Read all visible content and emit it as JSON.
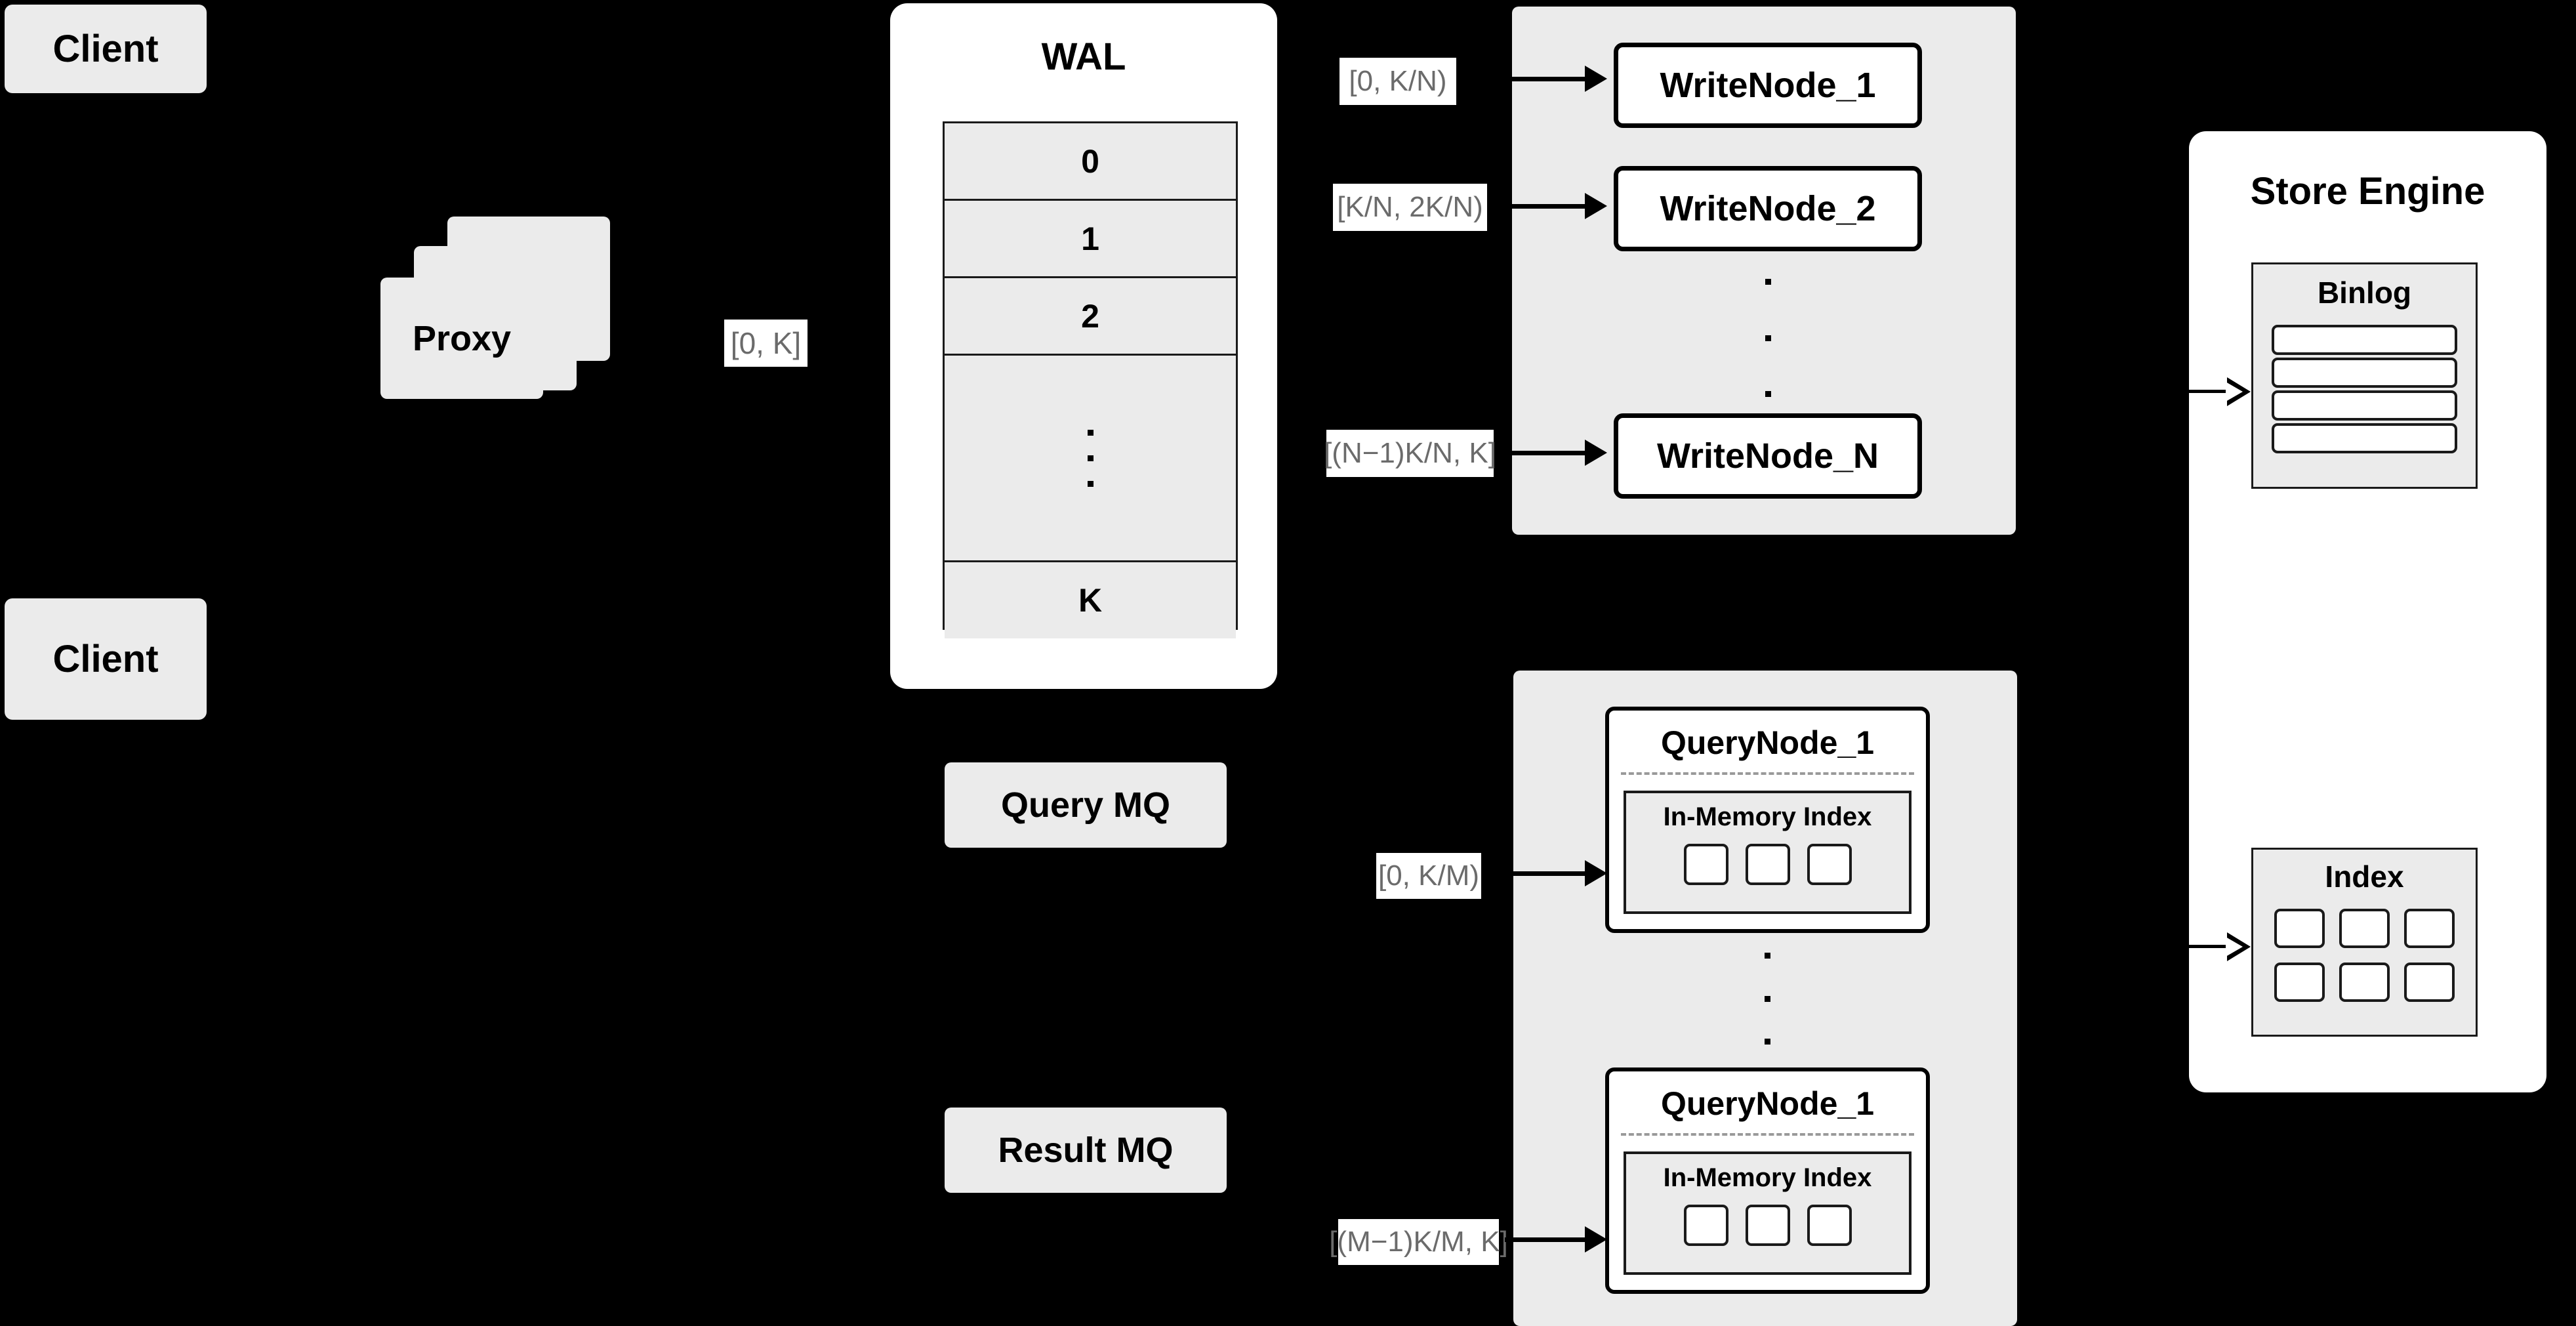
{
  "diagram": {
    "title": "Distributed Write/Query Architecture",
    "colors": {
      "background": "#000000",
      "node_fill": "#ebebeb",
      "panel_fill": "#ffffff",
      "border": "#000000",
      "label_text": "#6b6b6b",
      "dashed_separator": "#9a9a9a"
    }
  },
  "clients": [
    {
      "label": "Client"
    },
    {
      "label": "Client"
    }
  ],
  "proxy": {
    "label": "Proxy",
    "stack_layers": 3,
    "output_range_label": "[0, K]"
  },
  "wal": {
    "title": "WAL",
    "rows": [
      "0",
      "1",
      "2",
      "···",
      "K"
    ],
    "entry_labels": [
      "0",
      "1",
      "2",
      "K"
    ],
    "ellipsis_dots": 3
  },
  "write_cluster": {
    "nodes": [
      {
        "label": "WriteNode_1",
        "range_label": "[0,  K/N)"
      },
      {
        "label": "WriteNode_2",
        "range_label": "[K/N, 2K/N)"
      },
      {
        "label": "WriteNode_N",
        "range_label": "[(N−1)K/N,  K]"
      }
    ],
    "ellipsis_dots": 3
  },
  "message_queues": [
    {
      "label": "Query MQ"
    },
    {
      "label": "Result MQ"
    }
  ],
  "query_cluster": {
    "nodes": [
      {
        "label": "QueryNode_1",
        "range_label": "[0, K/M)",
        "inner": {
          "title": "In-Memory Index",
          "cells": 3
        }
      },
      {
        "label": "QueryNode_1",
        "range_label": "[(M−1)K/M, K]",
        "inner": {
          "title": "In-Memory Index",
          "cells": 3
        }
      }
    ],
    "ellipsis_dots": 3
  },
  "store_engine": {
    "title": "Store Engine",
    "groups": [
      {
        "title": "Binlog",
        "rows": 4,
        "layout": "stacked-bars"
      },
      {
        "title": "Index",
        "rows": 2,
        "cols": 3,
        "layout": "grid"
      }
    ]
  }
}
